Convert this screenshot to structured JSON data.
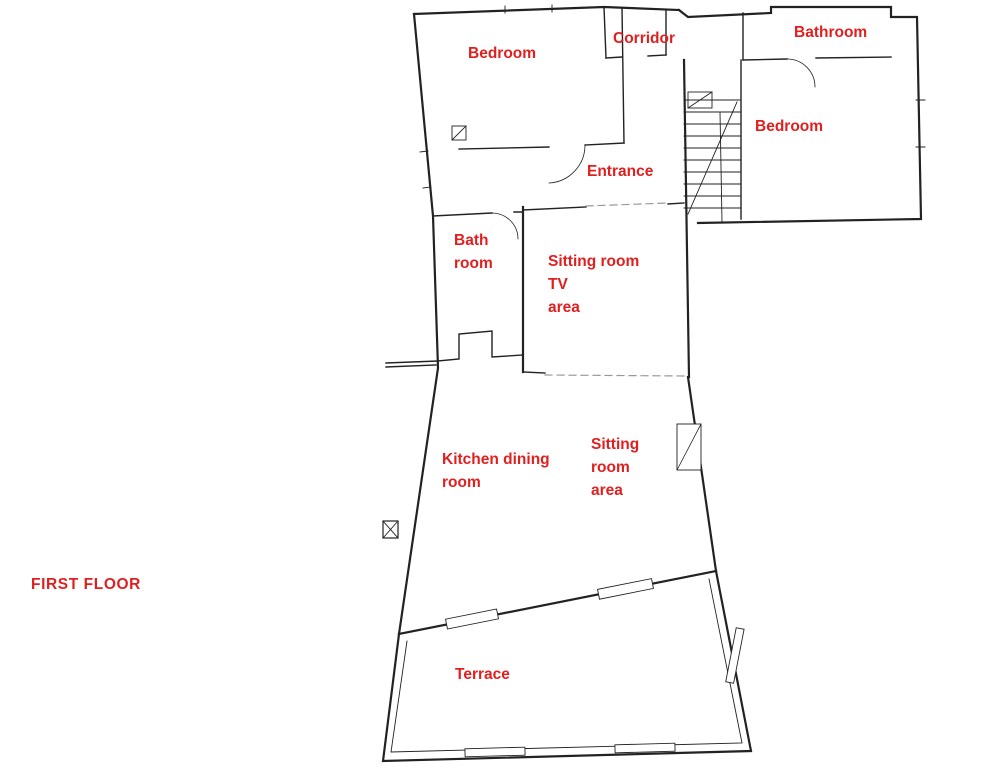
{
  "page": {
    "background": "#ffffff",
    "label_color": "#e02020",
    "floor_label": "FIRST FLOOR"
  },
  "rooms": {
    "bedroom_upper": {
      "label": "Bedroom"
    },
    "corridor": {
      "label": "Corridor"
    },
    "bathroom_upper": {
      "label": "Bathroom"
    },
    "bedroom_right": {
      "label": "Bedroom"
    },
    "entrance": {
      "label": "Entrance"
    },
    "bath_room": {
      "lines": [
        "Bath",
        "room"
      ]
    },
    "sitting_room_tv": {
      "lines": [
        "Sitting room",
        "TV",
        "area"
      ]
    },
    "kitchen_dining": {
      "lines": [
        "Kitchen dining",
        "room"
      ]
    },
    "sitting_room_area": {
      "lines": [
        "Sitting",
        "room",
        "area"
      ]
    },
    "terrace": {
      "label": "Terrace"
    }
  },
  "drawing": {
    "wall_color": "#222222",
    "opening_dash_color": "#999999"
  }
}
